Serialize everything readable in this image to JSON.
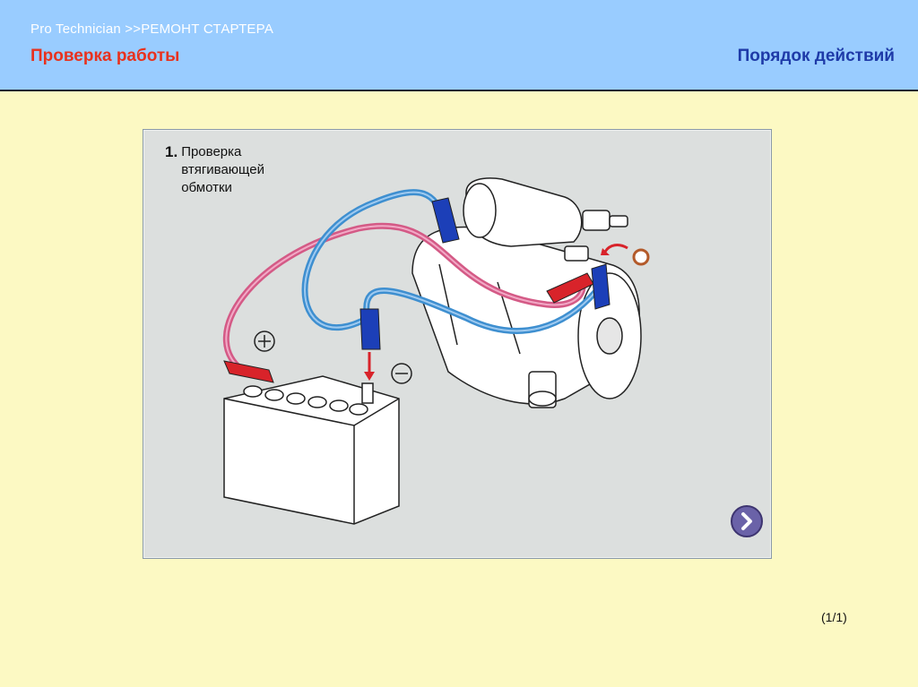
{
  "header": {
    "breadcrumb": "Pro  Technician >>РЕМОНТ СТАРТЕРА",
    "section_title": "Проверка работы",
    "procedure_title": "Порядок действий"
  },
  "panel": {
    "step_number": "1.",
    "step_text": "Проверка втягивающей обмотки",
    "battery_terminals": {
      "positive": "+",
      "negative": "−"
    }
  },
  "footer": {
    "page_indicator": "(1/1)"
  },
  "colors": {
    "header_bg": "#99ccff",
    "section_title": "#e8321e",
    "procedure_title": "#1e3aa8",
    "positive_lead": "#d45a86",
    "negative_lead": "#3e8fd0",
    "clip_red": "#d8232a",
    "clip_blue": "#1c3fb8"
  }
}
